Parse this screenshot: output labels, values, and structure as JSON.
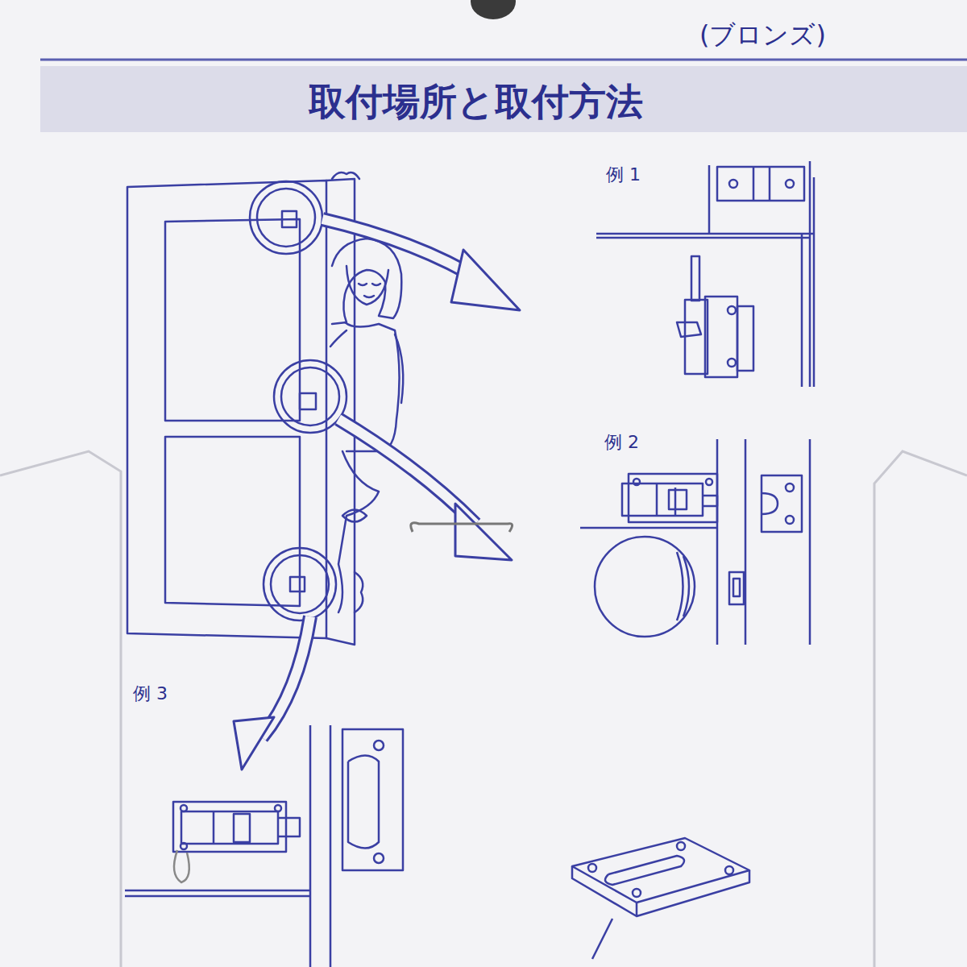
{
  "diagram": {
    "title": "取付場所と取付方法",
    "labels": [
      "(ブロンズ)",
      "例 1",
      "例 2",
      "例 3"
    ]
  }
}
